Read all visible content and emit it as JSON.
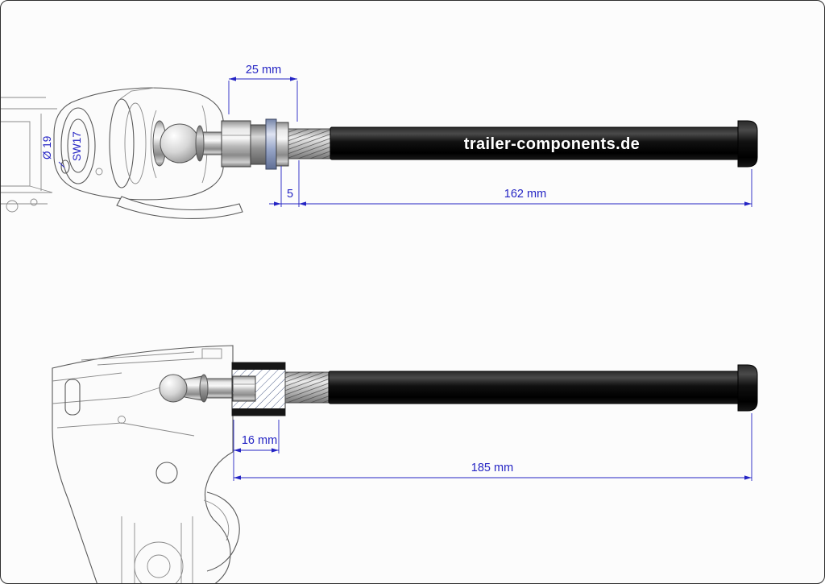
{
  "canvas": {
    "background": "#fcfcfc",
    "border_color": "#2f2f2f"
  },
  "colors": {
    "dimension_blue": "#2424c4",
    "shaft_black": "#0c0c0c",
    "metal_gray": "#9a9a9a",
    "spring_washer_blue": "#98a6c8"
  },
  "brand": {
    "shaft_label": "trailer-components.de"
  },
  "top_view": {
    "dim_width_label": "25 mm",
    "dim_washer_label": "5",
    "dim_length_label": "162 mm",
    "hole_diameter_label": "Ø 19",
    "wrench_size_label": "SW17"
  },
  "bottom_view": {
    "dim_thread_label": "16 mm",
    "dim_length_label": "185 mm"
  }
}
